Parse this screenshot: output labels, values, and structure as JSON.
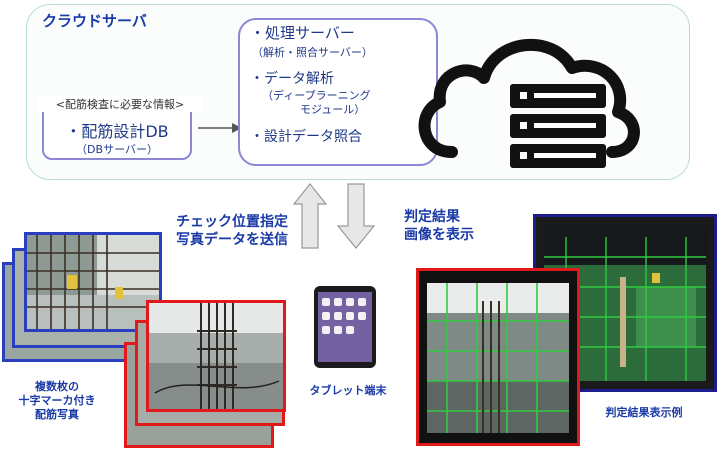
{
  "cloud": {
    "title": "クラウドサーバ",
    "db_caption": "<配筋検査に必要な情報>",
    "db_main": "・配筋設計DB",
    "db_sub": "（DBサーバー）",
    "processing_title": "・処理サーバー",
    "processing_sub": "（解析・照合サーバー）",
    "analysis_title": "・データ解析",
    "analysis_sub_1": "（ディープラーニング",
    "analysis_sub_2": "モジュール）",
    "matching_title": "・設計データ照合"
  },
  "flow": {
    "upload_line_1": "チェック位置指定",
    "upload_line_2": "写真データを送信",
    "result_line_1": "判定結果",
    "result_line_2": "画像を表示"
  },
  "captions": {
    "photos_line_1": "複数枚の",
    "photos_line_2": "十字マーカ付き",
    "photos_line_3": "配筋写真",
    "tablet": "タブレット端末",
    "result_example": "判定結果表示例"
  },
  "colors": {
    "accent_blue": "#1a3aa8",
    "box_border": "#8c86d4",
    "panel_border": "#b7dcd0",
    "photo_red": "#e01a1a",
    "photo_blue": "#2a3fbf",
    "green_bar": "#2ecc40"
  },
  "icons": [
    "cloud-server-icon",
    "server-rack-icon",
    "tablet-icon"
  ]
}
